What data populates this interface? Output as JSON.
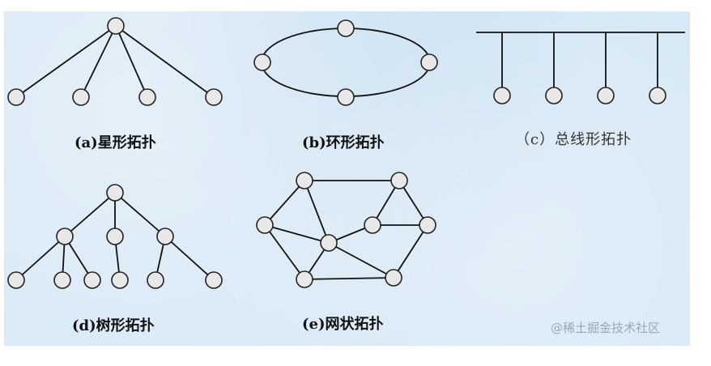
{
  "captions": {
    "star": "(a)星形拓扑",
    "ring": "(b)环形拓扑",
    "bus": "（c）总线形拓扑",
    "tree": "(d)树形拓扑",
    "mesh": "(e)网状拓扑"
  },
  "watermark": "@稀土掘金技术社区",
  "topologies": {
    "star": {
      "nodes": 5
    },
    "ring": {
      "nodes": 4
    },
    "bus": {
      "nodes": 4
    },
    "tree": {
      "nodes": 10
    },
    "mesh": {
      "nodes": 8
    }
  }
}
